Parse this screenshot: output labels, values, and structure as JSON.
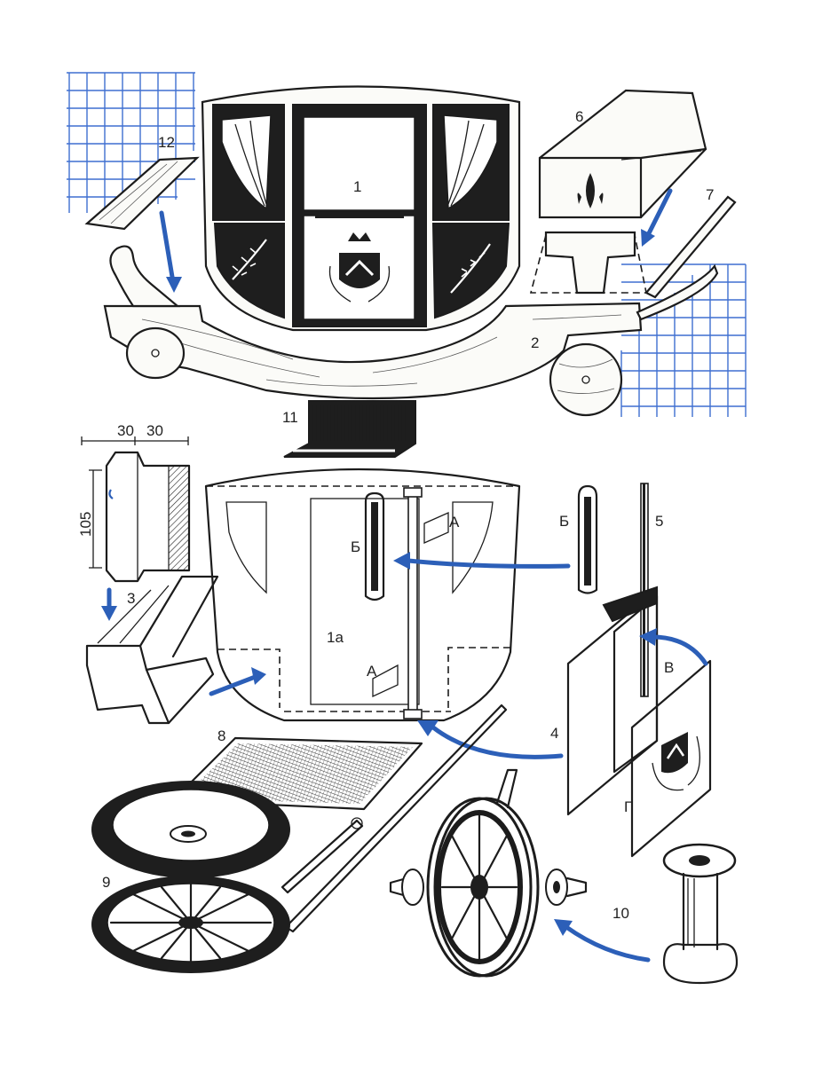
{
  "part_labels": {
    "p1": "1",
    "p1a": "1a",
    "p2": "2",
    "p3": "3",
    "p4": "4",
    "p5": "5",
    "p6": "6",
    "p7": "7",
    "p8": "8",
    "p9": "9",
    "p10": "10",
    "p11": "11",
    "p12": "12",
    "A_top": "А",
    "A_bottom": "А",
    "B_left": "Б",
    "B_right": "Б",
    "V": "В",
    "G": "Г"
  },
  "dimensions": {
    "width_a": "30",
    "width_b": "30",
    "height": "105"
  },
  "colors": {
    "arrow": "#2c5fb8",
    "grid": "#3f6fd0",
    "ink": "#1c1c1c"
  }
}
